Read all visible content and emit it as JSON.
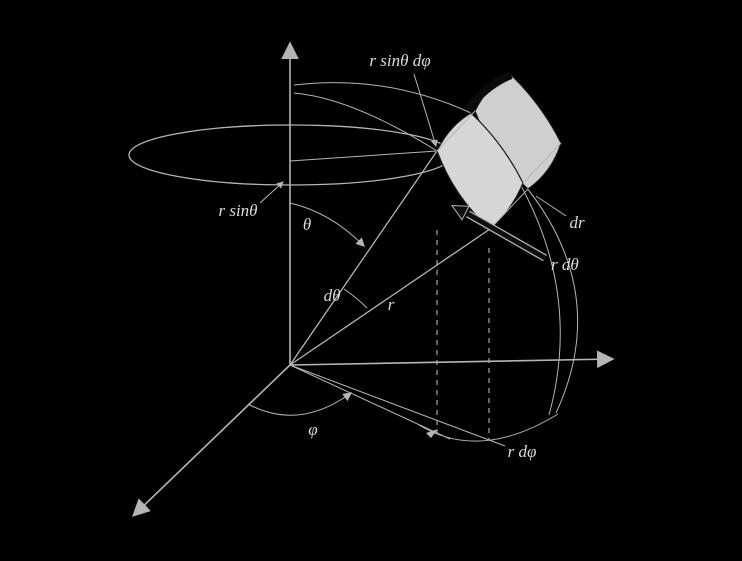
{
  "figure": {
    "name": "spherical-coordinates-volume-element-diagram",
    "colors": {
      "background": "#000000",
      "stroke_color": "#b5b5b5",
      "text_color": "#dcdcdc",
      "patch_fill": "#d6d6d6",
      "patch_fill_outer": "#cfcfcf",
      "patch_stroke": "#1c1c1c",
      "dark_edge": "#0b0b0b"
    },
    "labels": {
      "r_sin_theta_dphi": "r sinθ dφ",
      "r_sin_theta": "r sinθ",
      "theta": "θ",
      "d_theta": "dθ",
      "r": "r",
      "dr": "dr",
      "r_d_theta": "r dθ",
      "phi": "φ",
      "r_dphi": "r dφ"
    }
  }
}
